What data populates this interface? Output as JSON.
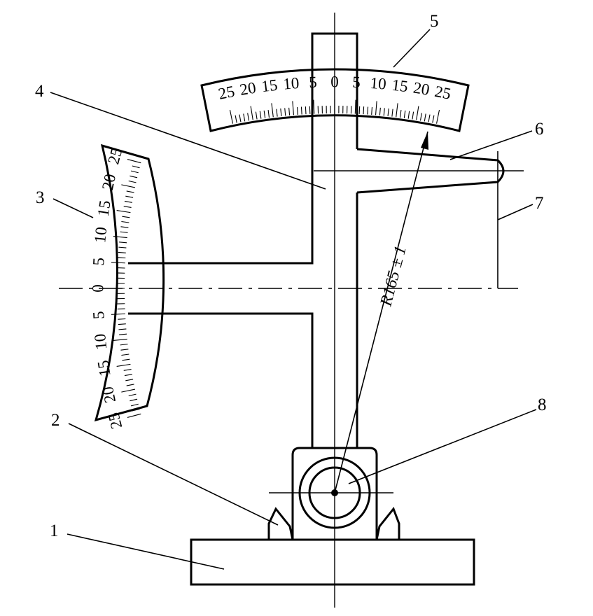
{
  "colors": {
    "ink": "#000000",
    "paper": "#ffffff"
  },
  "callouts": [
    {
      "id": "1",
      "label": "1"
    },
    {
      "id": "2",
      "label": "2"
    },
    {
      "id": "3",
      "label": "3"
    },
    {
      "id": "4",
      "label": "4"
    },
    {
      "id": "5",
      "label": "5"
    },
    {
      "id": "6",
      "label": "6"
    },
    {
      "id": "7",
      "label": "7"
    },
    {
      "id": "8",
      "label": "8"
    }
  ],
  "dimension": {
    "radius_label": "R165 ± 1"
  },
  "top_scale": {
    "labels": [
      "25",
      "20",
      "15",
      "10",
      "5",
      "0",
      "5",
      "10",
      "15",
      "20",
      "25"
    ]
  },
  "left_scale": {
    "labels": [
      "25",
      "20",
      "15",
      "10",
      "5",
      "0",
      "5",
      "10",
      "15",
      "20",
      "25"
    ]
  }
}
